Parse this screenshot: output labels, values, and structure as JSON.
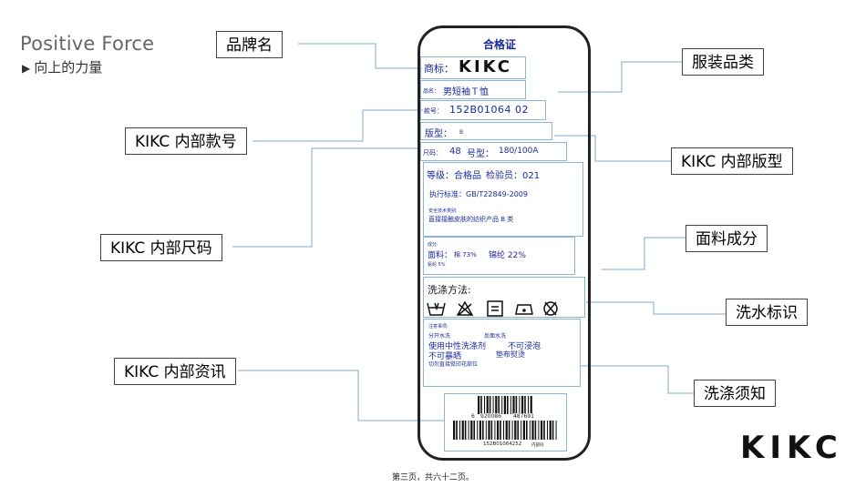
{
  "brand": {
    "title": "Positive Force",
    "subtitle": "向上的力量"
  },
  "callouts": {
    "brand_name": "品牌名",
    "category": "服装品类",
    "style_no": "KIKC 内部款号",
    "fit": "KIKC 内部版型",
    "fabric": "面料成分",
    "size": "KIKC 内部尺码",
    "wash_mark": "洗水标识",
    "info": "KIKC 内部资讯",
    "wash_notice": "洗涤须知"
  },
  "tag": {
    "title": "合格证",
    "trademark_label": "商标：",
    "trademark_value": "KIKC",
    "product_label": "品名：",
    "product_value": "男短袖Ｔ恤",
    "style_label": "款号：",
    "style_value": "152B01064  02",
    "fit_label": "版型：",
    "fit_value": "B",
    "size_label": "尺码：",
    "size_value": "48",
    "model_label": "号型：",
    "model_value": "180/100A",
    "grade_text": "等级：合格品",
    "inspector_text": "检验员：021",
    "standard_text": "执行标准：GB/T22849-2009",
    "safety_label": "安全技术类别:",
    "safety_value": "直接接触皮肤的纺织产品 B 类",
    "composition_label": "成分:",
    "fabric_label": "面料：",
    "cotton_text": "棉 73%",
    "polyamide_text": "锦纶 22%",
    "spandex_text": "氨纶 5%",
    "wash_method": "洗涤方法:",
    "notice_title": "注意事项:",
    "notice_1": "分开水洗",
    "notice_2": "反面水洗",
    "notice_3": "使用中性洗涤剂",
    "notice_4": "不可浸泡",
    "notice_5": "不可暴晒",
    "notice_6": "垫布熨烫",
    "notice_7": "切勿直接熨印花部位",
    "barcode_top_1": "6",
    "barcode_top_2": "920086",
    "barcode_top_3": "487691",
    "barcode_bottom": "152B01064252",
    "barcode_bottom_note": "内部码"
  },
  "footer": "第三页，共六十二页。",
  "logo": "KIKC",
  "colors": {
    "tag_text": "#1a2a9a",
    "box_border": "#8db4d9",
    "leader_line": "#7fa8cf"
  }
}
